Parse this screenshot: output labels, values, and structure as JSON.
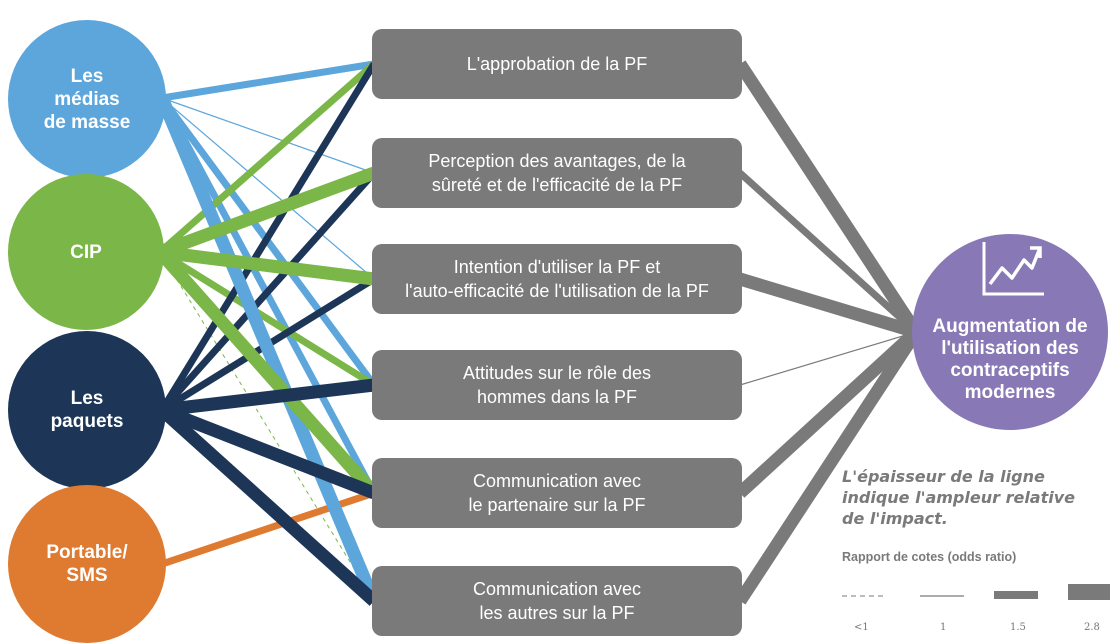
{
  "drivers": [
    {
      "id": "medias",
      "label": "Les\nmédias\nde masse",
      "color": "#5ca6dc"
    },
    {
      "id": "cip",
      "label": "CIP",
      "color": "#7ab648"
    },
    {
      "id": "paquets",
      "label": "Les\npaquets",
      "color": "#1d3657"
    },
    {
      "id": "sms",
      "label": "Portable/\nSMS",
      "color": "#df7a31"
    }
  ],
  "mediators": [
    {
      "label": "L'approbation de la PF"
    },
    {
      "label": "Perception des avantages, de la\nsûreté et de l'efficacité de la PF"
    },
    {
      "label": "Intention d'utiliser la PF et\nl'auto-efficacité de l'utilisation de la PF"
    },
    {
      "label": "Attitudes sur le rôle des\nhommes dans la PF"
    },
    {
      "label": "Communication avec\nle partenaire sur la PF"
    },
    {
      "label": "Communication avec\nles autres sur la PF"
    }
  ],
  "outcome": {
    "label": "Augmentation de\nl'utilisation des\ncontraceptifs\nmodernes",
    "color": "#8878b5"
  },
  "connections": [
    {
      "from": "medias",
      "to": 0,
      "odds": "1.5"
    },
    {
      "from": "medias",
      "to": 1,
      "odds": "1"
    },
    {
      "from": "medias",
      "to": 2,
      "odds": "1"
    },
    {
      "from": "medias",
      "to": 3,
      "odds": "1.5"
    },
    {
      "from": "medias",
      "to": 4,
      "odds": "1.5"
    },
    {
      "from": "medias",
      "to": 5,
      "odds": "2.8"
    },
    {
      "from": "cip",
      "to": 0,
      "odds": "1.5"
    },
    {
      "from": "cip",
      "to": 1,
      "odds": "2.8"
    },
    {
      "from": "cip",
      "to": 2,
      "odds": "2.8"
    },
    {
      "from": "cip",
      "to": 3,
      "odds": "1.5"
    },
    {
      "from": "cip",
      "to": 4,
      "odds": "2.8"
    },
    {
      "from": "cip",
      "to": 5,
      "odds": "<1"
    },
    {
      "from": "paquets",
      "to": 0,
      "odds": "1.5"
    },
    {
      "from": "paquets",
      "to": 1,
      "odds": "1.5"
    },
    {
      "from": "paquets",
      "to": 2,
      "odds": "1.5"
    },
    {
      "from": "paquets",
      "to": 3,
      "odds": "2.8"
    },
    {
      "from": "paquets",
      "to": 4,
      "odds": "2.8"
    },
    {
      "from": "paquets",
      "to": 5,
      "odds": "2.8"
    },
    {
      "from": "sms",
      "to": 4,
      "odds": "1.5"
    }
  ],
  "outcome_connections": [
    {
      "from": 0,
      "odds": "2.8"
    },
    {
      "from": 1,
      "odds": "1.5"
    },
    {
      "from": 2,
      "odds": "2.8"
    },
    {
      "from": 3,
      "odds": "1"
    },
    {
      "from": 4,
      "odds": "2.8"
    },
    {
      "from": 5,
      "odds": "2.8"
    }
  ],
  "note": "L'épaisseur de la ligne\nindique l'ampleur relative\nde l'impact.",
  "legend": {
    "title": "Rapport de cotes (odds ratio)",
    "items": [
      {
        "label": "<1",
        "style": "dashed"
      },
      {
        "label": "1",
        "style": "thin"
      },
      {
        "label": "1.5",
        "style": "medium"
      },
      {
        "label": "2.8",
        "style": "thick"
      }
    ]
  },
  "line_color": "#7a7a7a",
  "icons": {
    "outcome": "trend-up-chart-icon"
  }
}
